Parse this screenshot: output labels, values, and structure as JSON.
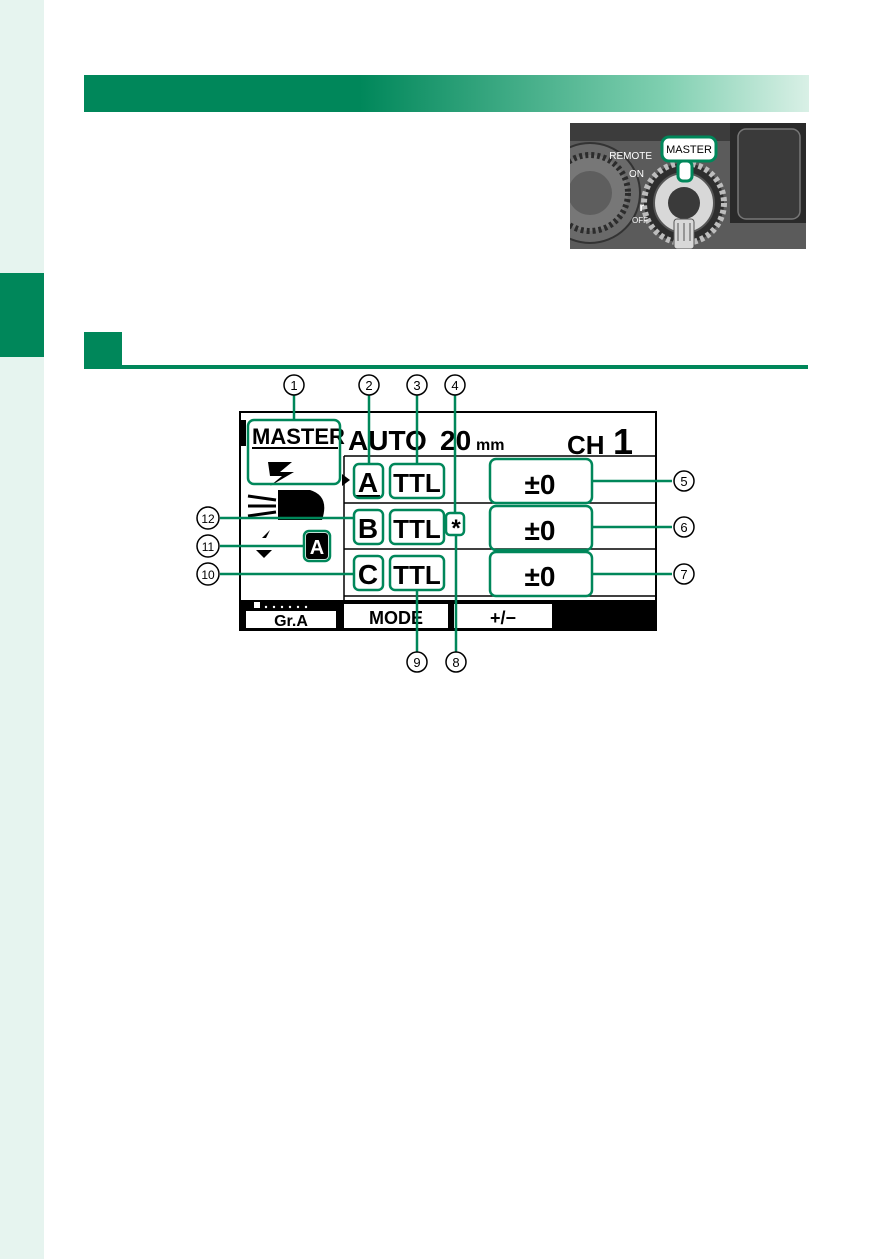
{
  "photo": {
    "label_master": "MASTER",
    "label_remote": "REMOTE",
    "label_on": "ON",
    "label_r": "r",
    "label_off": "OFF"
  },
  "lcd": {
    "master": "MASTER",
    "auto": "AUTO",
    "zoom": "20",
    "zoom_unit": "mm",
    "ch_label": "CH",
    "channel": "1",
    "groups": [
      {
        "letter": "A",
        "mode": "TTL",
        "comp": "±0"
      },
      {
        "letter": "B",
        "mode": "TTL",
        "comp": "±0"
      },
      {
        "letter": "C",
        "mode": "TTL",
        "comp": "±0"
      }
    ],
    "star": "*",
    "selected_group_icon": "A",
    "softkeys": [
      "Gr.A",
      "MODE",
      "+/−",
      ""
    ]
  },
  "callouts": [
    "1",
    "2",
    "3",
    "4",
    "5",
    "6",
    "7",
    "8",
    "9",
    "10",
    "11",
    "12"
  ],
  "colors": {
    "accent": "#00875a",
    "pale": "#e6f4ef"
  },
  "icons": [
    "flash-icon",
    "zoom-head-icon",
    "ratio-icon",
    "dial-knob-icon"
  ]
}
